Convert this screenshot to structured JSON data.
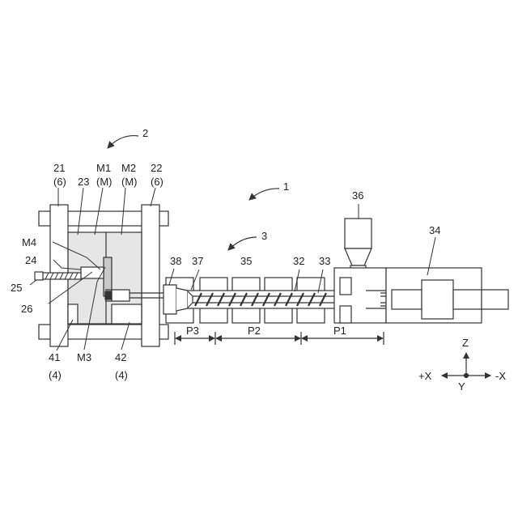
{
  "labels": {
    "n1": "1",
    "n2": "2",
    "n3": "3",
    "n21": "21",
    "n21b": "(6)",
    "n22": "22",
    "n22b": "(6)",
    "n23": "23",
    "m1": "M1",
    "m1b": "(M)",
    "m2": "M2",
    "m2b": "(M)",
    "m3": "M3",
    "m4": "M4",
    "n24": "24",
    "n25": "25",
    "n26": "26",
    "n41": "41",
    "n41b": "(4)",
    "n42": "42",
    "n42b": "(4)",
    "n32": "32",
    "n33": "33",
    "n34": "34",
    "n35": "35",
    "n36": "36",
    "n37": "37",
    "n38": "38",
    "p1": "P1",
    "p2": "P2",
    "p3": "P3"
  },
  "axes": {
    "z": "Z",
    "y": "Y",
    "plus_x": "+X",
    "minus_x": "-X"
  },
  "colors": {
    "line": "#333333",
    "mold_fill": "#e6e6e6",
    "insert_fill": "#c9c9c9"
  }
}
